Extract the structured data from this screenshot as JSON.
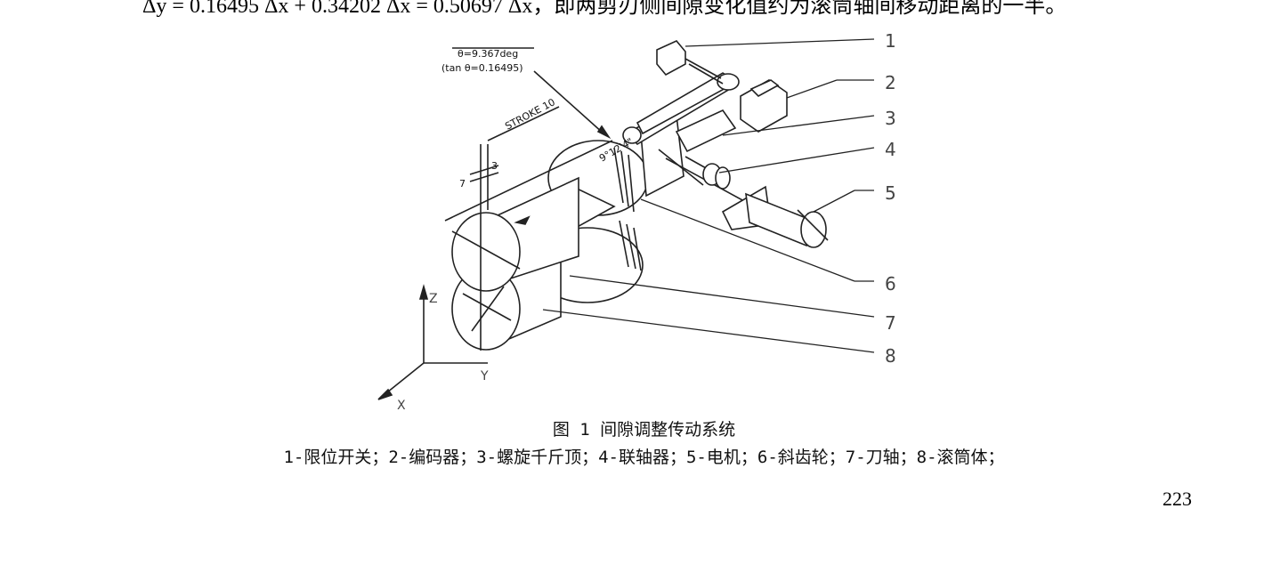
{
  "top_text": {
    "formula": "Δy = 0.16495 Δx + 0.34202 Δx = 0.50697 Δx",
    "text": "，即两剪刃侧间隙变化值约为滚筒轴间移动距离的一半。"
  },
  "figure": {
    "angle_note": "θ=9.367deg",
    "tan_note": "(tan θ=0.16495)",
    "stroke_note": "STROKE 10",
    "gear_angle": "9°12'4\"",
    "dim_7": "7",
    "dim_3": "3",
    "axis_z": "Z",
    "axis_y": "Y",
    "axis_x": "X",
    "callouts": [
      "1",
      "2",
      "3",
      "4",
      "5",
      "6",
      "7",
      "8"
    ]
  },
  "caption": {
    "title": "图 1  间隙调整传动系统",
    "legend": "1-限位开关；2-编码器；3-螺旋千斤顶；4-联轴器；5-电机；6-斜齿轮；7-刀轴；8-滚筒体；"
  },
  "page_number": "223"
}
